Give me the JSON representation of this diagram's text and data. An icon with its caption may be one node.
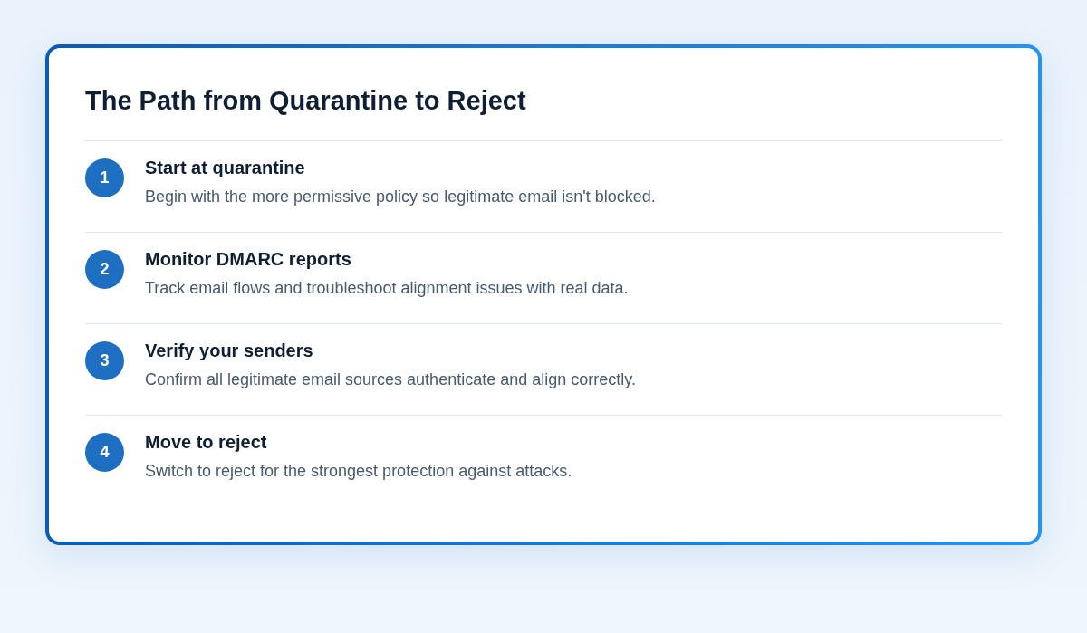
{
  "diagram": {
    "title": "The Path from Quarantine to Reject",
    "nodes": [
      {
        "text": [
          "1"
        ],
        "beside": [
          "Start at quarantine",
          "Begin with the more permissive policy so legitimate email isn't blocked."
        ]
      },
      {
        "text": [
          "2"
        ],
        "beside": [
          "Monitor DMARC reports",
          "Track email flows and troubleshoot alignment issues with real data."
        ]
      },
      {
        "text": [
          "3"
        ],
        "beside": [
          "Verify your senders",
          "Confirm all legitimate email sources authenticate and align correctly."
        ]
      },
      {
        "text": [
          "4"
        ],
        "beside": [
          "Move to reject",
          "Switch to reject for the strongest protection against attacks."
        ]
      }
    ]
  }
}
